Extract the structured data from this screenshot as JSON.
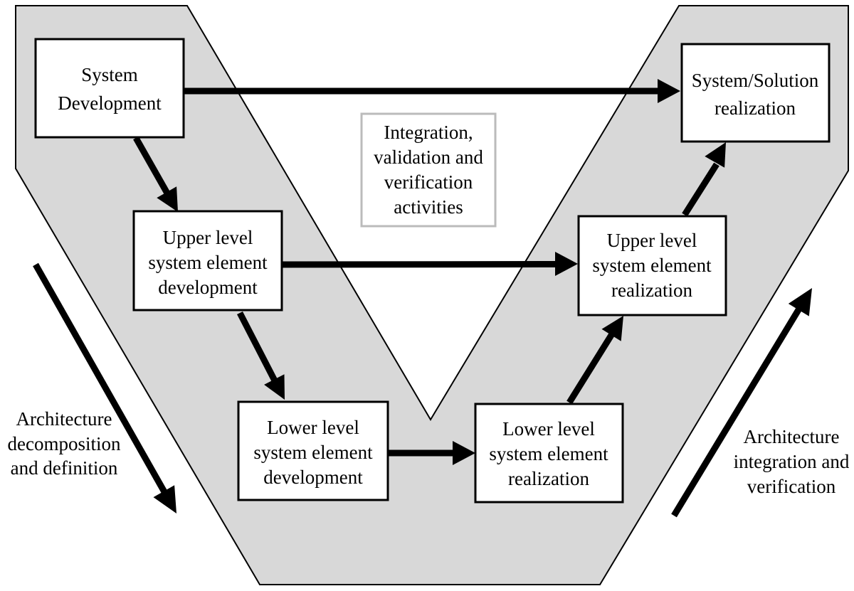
{
  "diagram": {
    "colors": {
      "band": "#d8d8d8",
      "line": "#000000",
      "box_fill": "#ffffff",
      "integration_border": "#bbbbbb"
    },
    "boxes": {
      "system_development": {
        "lines": [
          "System",
          "Development"
        ]
      },
      "system_solution_realization": {
        "lines": [
          "System/Solution",
          "realization"
        ]
      },
      "integration_activities": {
        "lines": [
          "Integration,",
          "validation and",
          "verification",
          "activities"
        ]
      },
      "upper_level_development": {
        "lines": [
          "Upper level",
          "system element",
          "development"
        ]
      },
      "upper_level_realization": {
        "lines": [
          "Upper level",
          "system element",
          "realization"
        ]
      },
      "lower_level_development": {
        "lines": [
          "Lower level",
          "system element",
          "development"
        ]
      },
      "lower_level_realization": {
        "lines": [
          "Lower level",
          "system element",
          "realization"
        ]
      }
    },
    "side_labels": {
      "left": {
        "lines": [
          "Architecture",
          "decomposition",
          "and definition"
        ]
      },
      "right": {
        "lines": [
          "Architecture",
          "integration and",
          "verification"
        ]
      }
    }
  }
}
